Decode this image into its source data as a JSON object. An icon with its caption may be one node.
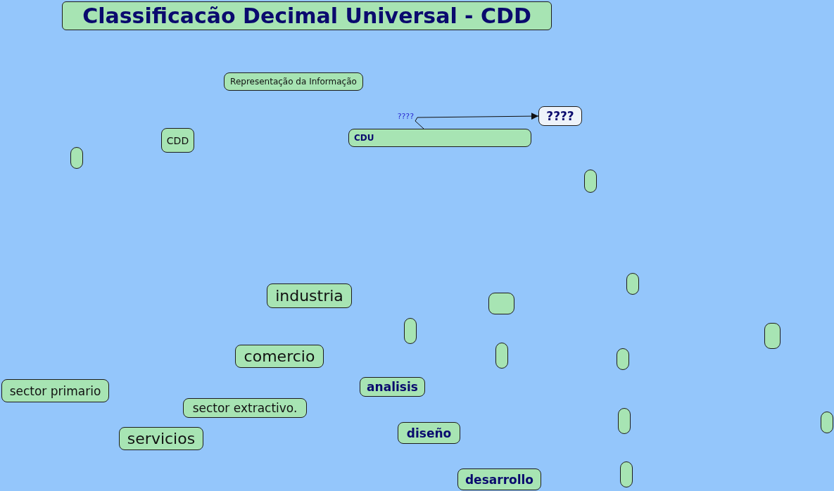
{
  "diagram": {
    "title": "Classificacão Decimal Universal - CDD",
    "nodes": [
      {
        "text": [
          "Representação da Informação"
        ]
      },
      {
        "text": [
          "????"
        ]
      },
      {
        "text": [
          "CDD"
        ]
      },
      {
        "text": [
          "CDU"
        ]
      },
      {
        "text": [],
        "shape": "box"
      },
      {
        "text": [],
        "shape": "box"
      },
      {
        "text": [],
        "shape": "box"
      },
      {
        "text": [
          "industria"
        ]
      },
      {
        "text": [],
        "shape": "box"
      },
      {
        "text": [],
        "shape": "box"
      },
      {
        "text": [],
        "shape": "box"
      },
      {
        "text": [
          "comercio"
        ]
      },
      {
        "text": [],
        "shape": "box"
      },
      {
        "text": [],
        "shape": "box"
      },
      {
        "text": [
          "sector primario"
        ]
      },
      {
        "text": [
          "analisis"
        ]
      },
      {
        "text": [
          "sector extractivo."
        ]
      },
      {
        "text": [],
        "shape": "box"
      },
      {
        "text": [],
        "shape": "box"
      },
      {
        "text": [
          "diseño"
        ]
      },
      {
        "text": [
          "servicios"
        ]
      },
      {
        "text": [
          "desarrollo"
        ]
      },
      {
        "text": [],
        "shape": "box"
      }
    ],
    "edges": [
      {
        "from": 3,
        "to": 1,
        "arrow": "to",
        "label": "????"
      }
    ]
  }
}
